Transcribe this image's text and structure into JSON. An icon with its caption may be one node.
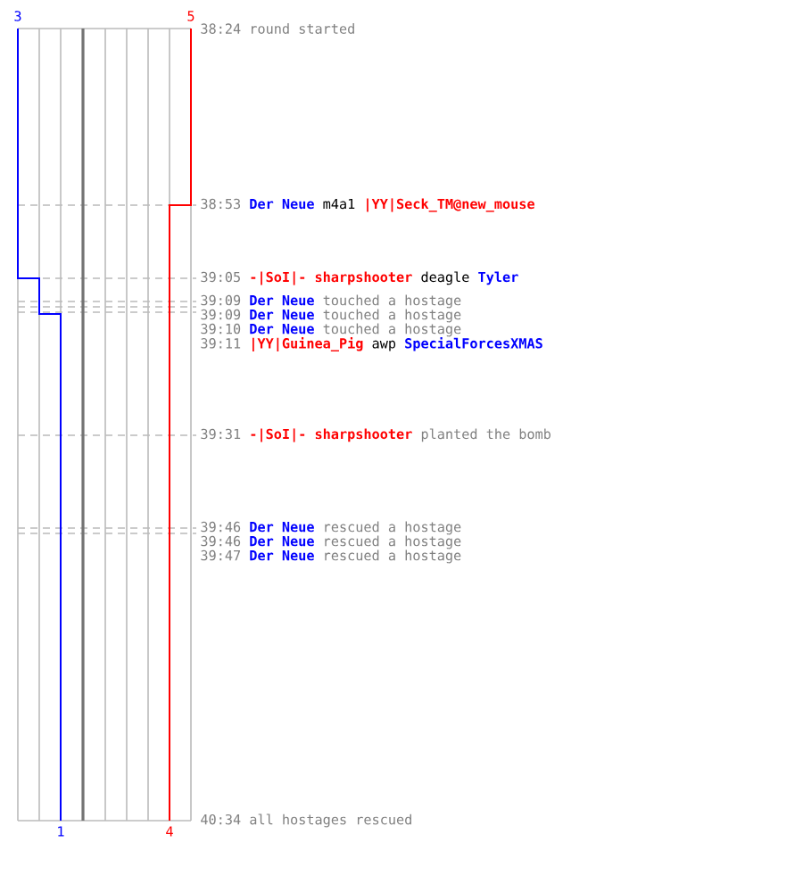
{
  "diagram": {
    "labels": [
      "3",
      "5",
      "38:24",
      "round started",
      "38:53",
      "Der Neue",
      "m4a1",
      "|YY|Seck_TM@new_mouse",
      "39:05",
      "-|SoI|- sharpshooter",
      "deagle",
      "Tyler",
      "39:09",
      "Der Neue",
      "touched a hostage",
      "39:09",
      "Der Neue",
      "touched a hostage",
      "39:10",
      "Der Neue",
      "touched a hostage",
      "39:11",
      "|YY|Guinea_Pig",
      "awp",
      "SpecialForcesXMAS",
      "39:31",
      "-|SoI|- sharpshooter",
      "planted the bomb",
      "39:46",
      "Der Neue",
      "rescued a hostage",
      "39:46",
      "Der Neue",
      "rescued a hostage",
      "39:47",
      "Der Neue",
      "rescued a hostage",
      "40:34",
      "all hostages rescued",
      "1",
      "4"
    ]
  }
}
